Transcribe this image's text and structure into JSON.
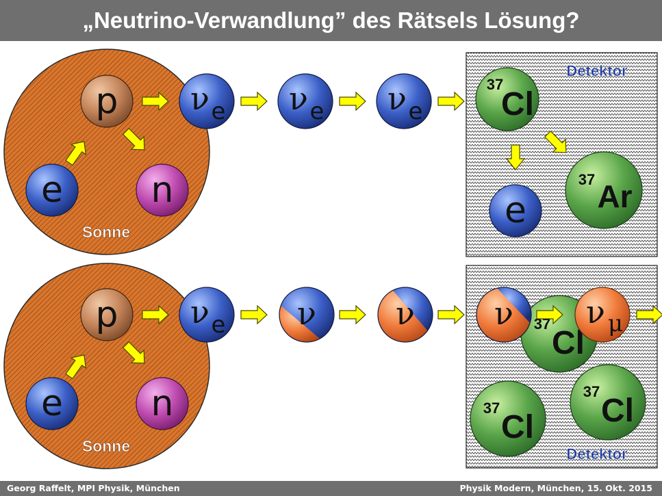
{
  "title": "„Neutrino-Verwandlung” des Rätsels Lösung?",
  "footer": {
    "left": "Georg Raffelt, MPI Physik, München",
    "right": "Physik Modern, München, 15. Okt. 2015"
  },
  "labels": {
    "sun": "Sonne",
    "detector": "Detektor"
  },
  "particles": {
    "proton": "p",
    "electron": "e",
    "neutron": "n",
    "nu": "ν",
    "nu_e_sub": "e",
    "nu_mu_sub": "μ",
    "mass_number": "37",
    "chlorine": "Cl",
    "argon": "Ar"
  },
  "colors": {
    "sun_fill": "#d9762c",
    "arrow_fill": "#ffff00",
    "neutrino_blue": "#2e4fa8",
    "muon_orange": "#f07a3a",
    "atom_green": "#5aa54a",
    "neutron_pink": "#c04cb0",
    "proton_brown": "#c4845a",
    "detector_label": "#1e3aa0"
  }
}
